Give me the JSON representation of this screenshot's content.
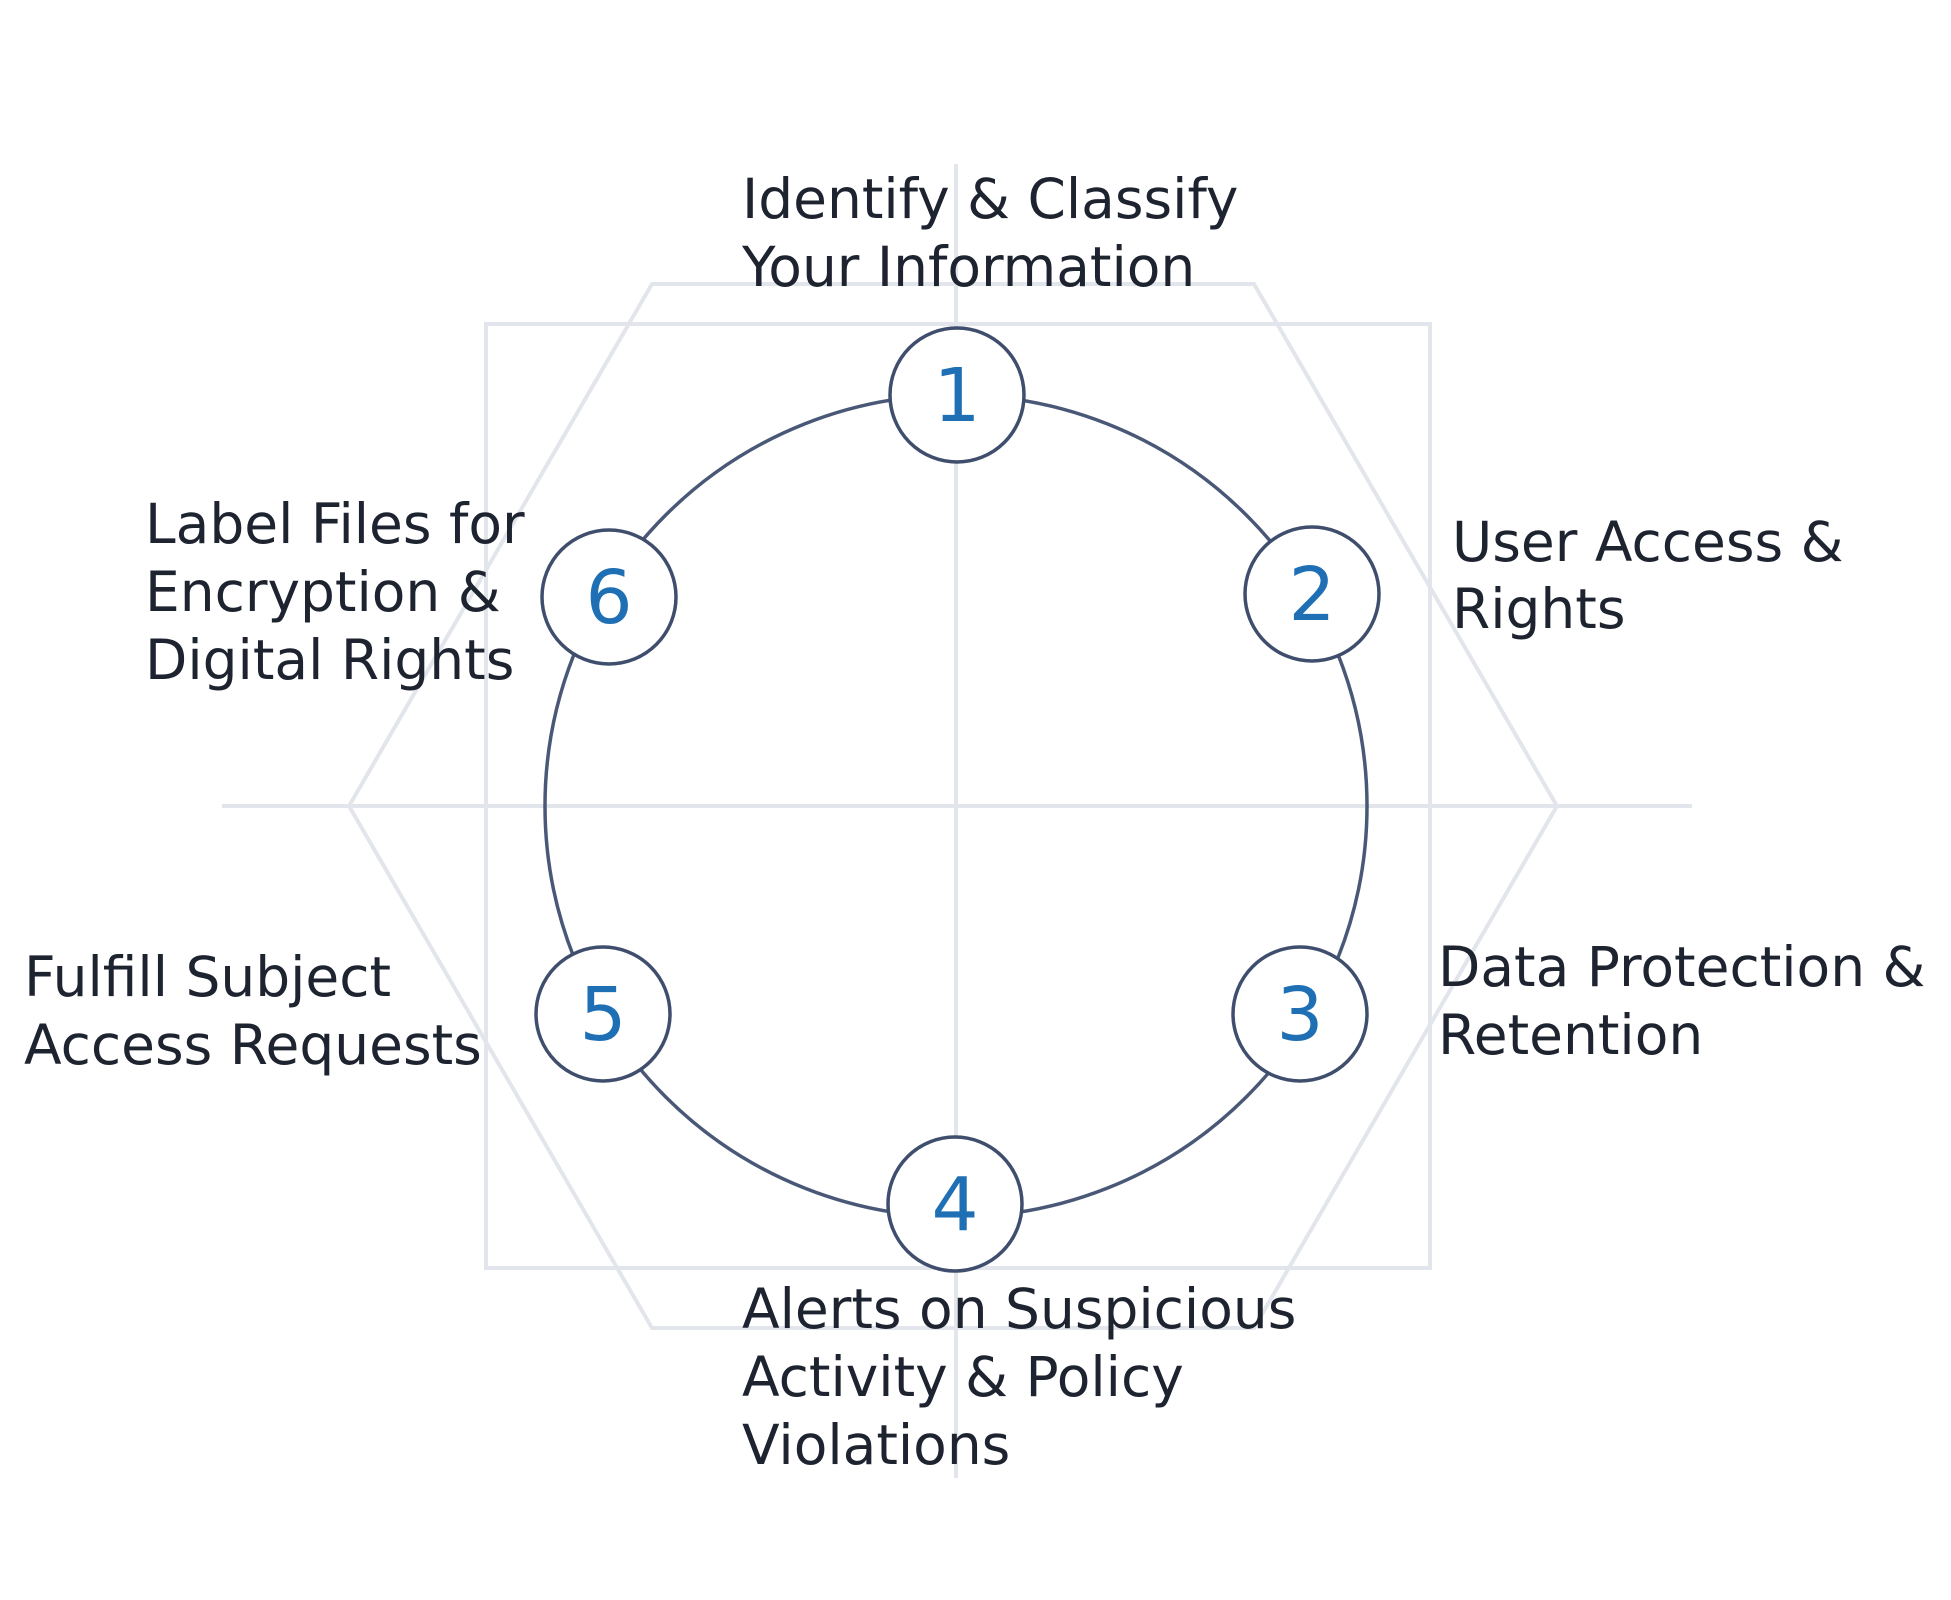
{
  "steps": [
    {
      "number": "1",
      "lines": [
        "Identify & Classify",
        "Your Information"
      ]
    },
    {
      "number": "2",
      "lines": [
        "User Access &",
        "Rights"
      ]
    },
    {
      "number": "3",
      "lines": [
        "Data Protection &",
        "Retention"
      ]
    },
    {
      "number": "4",
      "lines": [
        "Alerts on Suspicious",
        "Activity & Policy",
        "Violations"
      ]
    },
    {
      "number": "5",
      "lines": [
        "Fulfill Subject",
        "Access Requests"
      ]
    },
    {
      "number": "6",
      "lines": [
        "Label Files for",
        "Encryption &",
        "Digital Rights"
      ]
    }
  ]
}
